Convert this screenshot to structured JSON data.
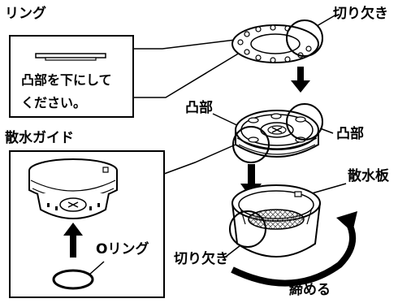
{
  "labels": {
    "ring_title": "リング",
    "notch_top": "切り欠き",
    "ring_note_line1": "凸部を下にして",
    "ring_note_line2": "ください。",
    "convex_left": "凸部",
    "convex_right": "凸部",
    "spray_guide_title": "散水ガイド",
    "spray_plate": "散水板",
    "o_ring": "Oリング",
    "notch_bottom": "切り欠き",
    "tighten": "締める"
  },
  "colors": {
    "line": "#000000",
    "background": "#ffffff",
    "mesh_fill": "#cfcfcf",
    "shade": "#a9a9a9"
  },
  "icons": {
    "arrow_down": "arrow-down",
    "arrow_up": "arrow-up",
    "rotate_arrow": "curved-arrow-clockwise"
  }
}
